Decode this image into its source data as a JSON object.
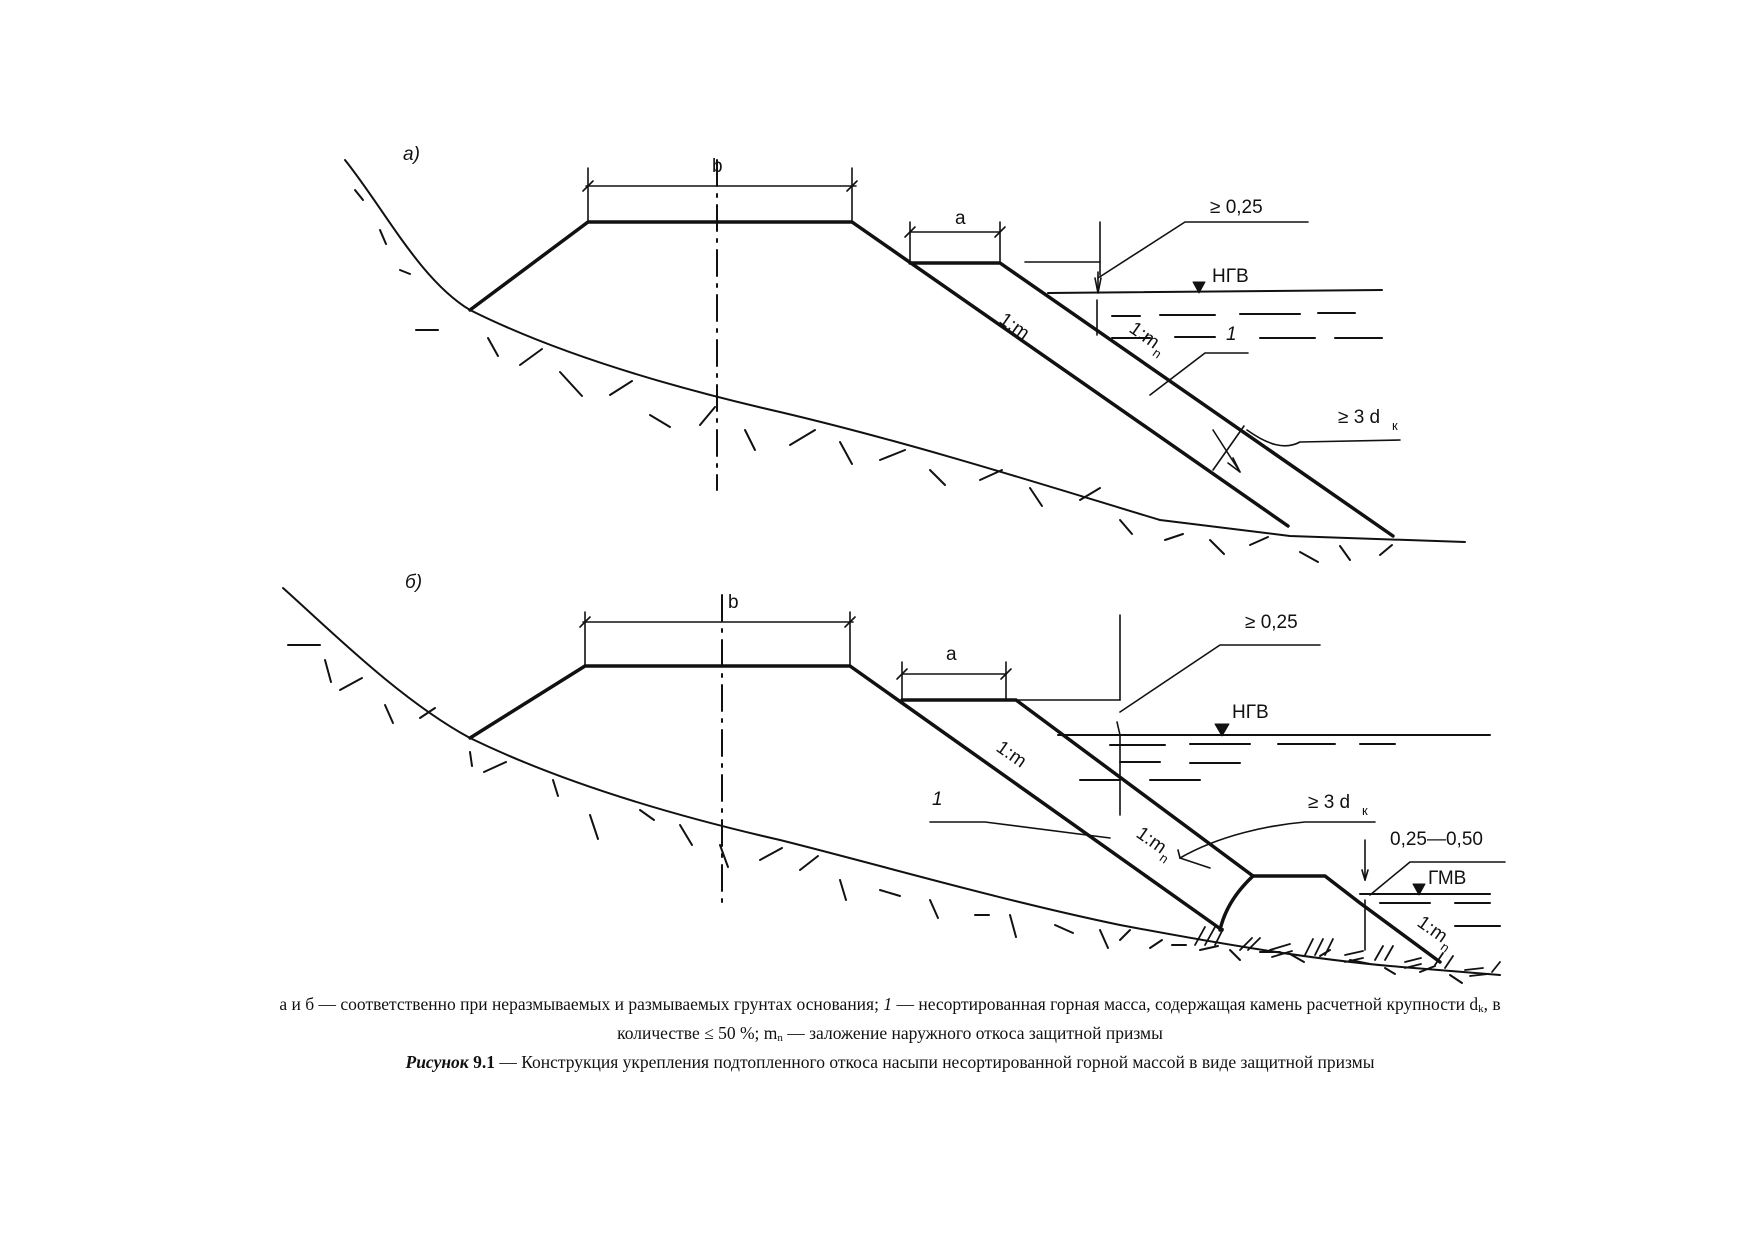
{
  "diagram": {
    "panel_a": {
      "label": "а)",
      "width_top": "b",
      "berm_width": "a",
      "freeboard": "≥ 0,25",
      "water_level": "НГВ",
      "slope_inner": "1:m",
      "slope_outer_main": "1:m",
      "slope_outer_sub": "n",
      "item_number": "1",
      "thickness_main": "≥ 3 d",
      "thickness_sub": "к"
    },
    "panel_b": {
      "label": "б)",
      "width_top": "b",
      "berm_width": "a",
      "freeboard": "≥ 0,25",
      "water_level": "НГВ",
      "slope_inner": "1:m",
      "slope_outer_main": "1:m",
      "slope_outer_sub": "n",
      "item_number": "1",
      "thickness_main": "≥ 3 d",
      "thickness_sub": "к",
      "low_freeboard": "0,25—0,50",
      "low_water_level": "ГМВ",
      "slope_toe_main": "1:m",
      "slope_toe_sub": "n"
    }
  },
  "caption": {
    "line1_part1": "а и б — соответственно при неразмываемых и размываемых грунтах основания; ",
    "line1_num": "1",
    "line1_part2": " — несортированная горная масса, содержащая камень расчетной крупности d",
    "line1_sub": "k",
    "line1_part3": ", в",
    "line2_part1": "количестве ≤ 50 %; m",
    "line2_sub": "n",
    "line2_part2": " — заложение наружного откоса защитной призмы",
    "fig_word": "Рисунок",
    "fig_num": "9.1",
    "fig_title": " — Конструкция укрепления подтопленного откоса насыпи несортированной горной массой в виде защитной призмы"
  }
}
